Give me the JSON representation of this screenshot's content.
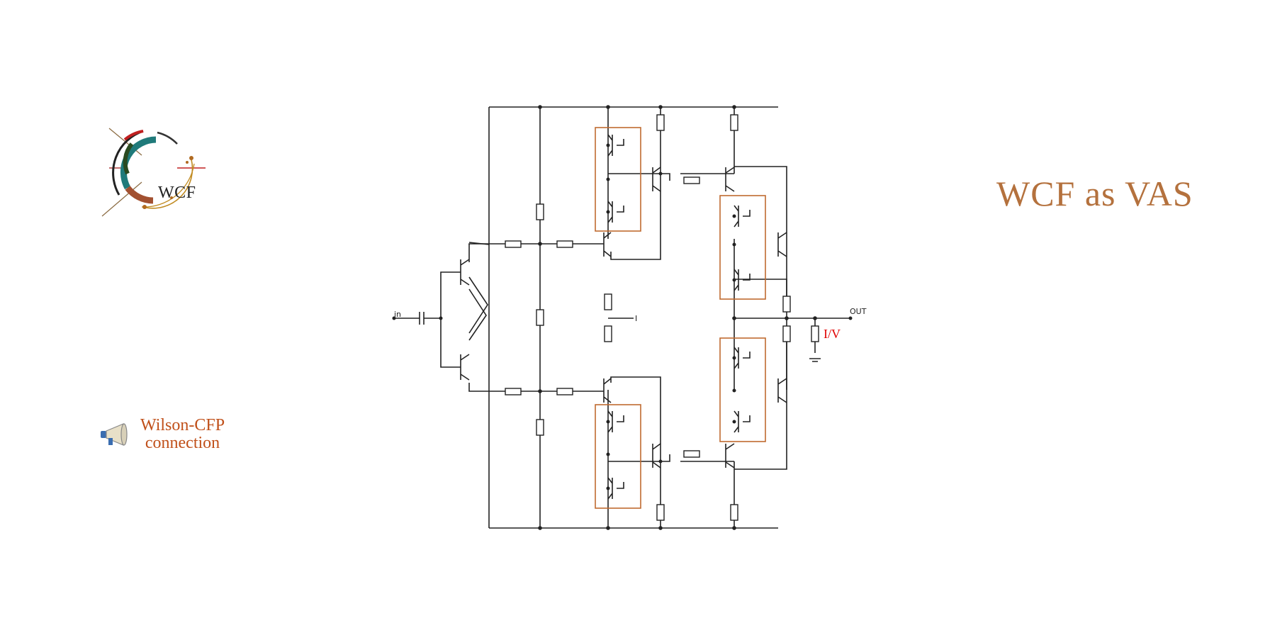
{
  "slide": {
    "title": "WCF as VAS",
    "logo_text": "WCF",
    "annotation": {
      "line1": "Wilson-CFP",
      "line2": "connection",
      "icon": "megaphone-icon"
    },
    "labels": {
      "input": "in",
      "output": "OUT",
      "current": "I",
      "load": "I/V"
    }
  },
  "colors": {
    "title": "#b4713d",
    "annotation": "#c0501a",
    "highlight_box": "#c06a30",
    "load_label": "#e00000",
    "wire": "#222222"
  }
}
